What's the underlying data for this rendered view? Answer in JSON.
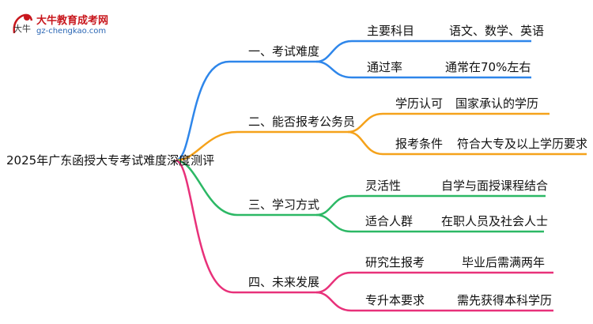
{
  "logo": {
    "glyph": "大牛",
    "name": "大牛教育成考网",
    "url": "gz-chengkao.com"
  },
  "root": "2025年广东函授大专考试难度深度测评",
  "branches": [
    {
      "label": "一、考试难度",
      "color": "#2e86ea",
      "children": [
        {
          "key": "主要科目",
          "value": "语文、数学、英语"
        },
        {
          "key": "通过率",
          "value": "通常在70%左右"
        }
      ]
    },
    {
      "label": "二、能否报考公务员",
      "color": "#f5a21b",
      "children": [
        {
          "key": "学历认可",
          "value": "国家承认的学历"
        },
        {
          "key": "报考条件",
          "value": "符合大专及以上学历要求"
        }
      ]
    },
    {
      "label": "三、学习方式",
      "color": "#2cb865",
      "children": [
        {
          "key": "灵活性",
          "value": "自学与面授课程结合"
        },
        {
          "key": "适合人群",
          "value": "在职人员及社会人士"
        }
      ]
    },
    {
      "label": "四、未来发展",
      "color": "#e8317a",
      "children": [
        {
          "key": "研究生报考",
          "value": "毕业后需满两年"
        },
        {
          "key": "专升本要求",
          "value": "需先获得本科学历"
        }
      ]
    }
  ]
}
